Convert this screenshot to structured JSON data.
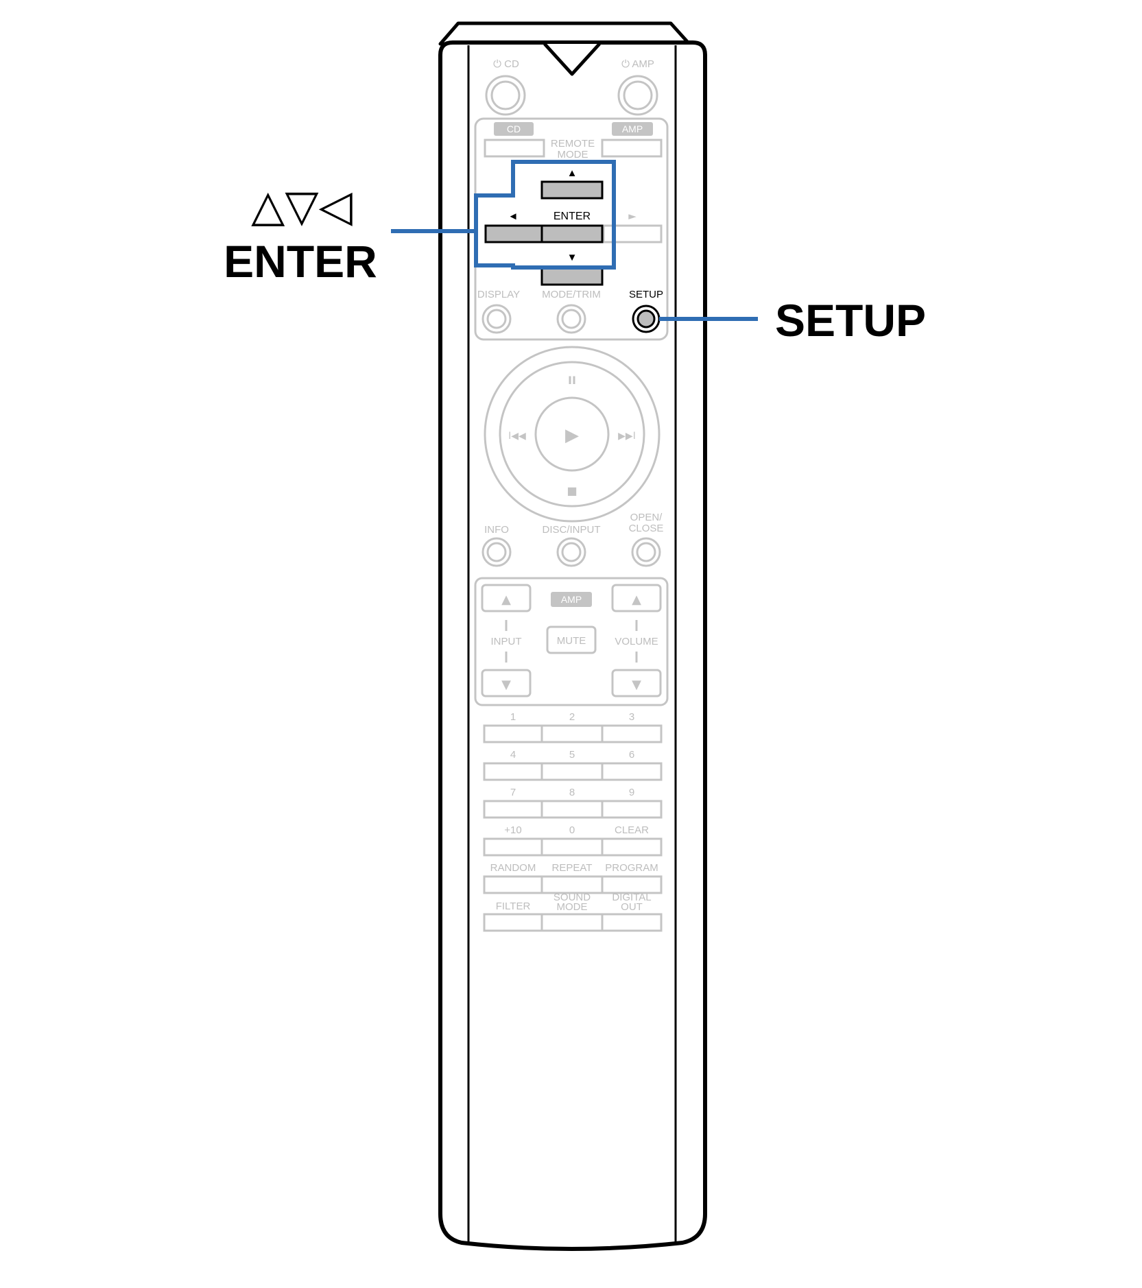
{
  "remote": {
    "power_cd": "⏻ CD",
    "power_amp": "⏻ AMP",
    "badge_cd": "CD",
    "badge_amp": "AMP",
    "remote_mode_line1": "REMOTE",
    "remote_mode_line2": "MODE",
    "enter_label": "ENTER",
    "arrow_up": "▲",
    "arrow_down": "▼",
    "arrow_left": "◄",
    "arrow_right": "►",
    "display": "DISPLAY",
    "mode_trim": "MODE/TRIM",
    "setup": "SETUP",
    "pause": "II",
    "play": "▶",
    "prev": "I◀◀",
    "next": "▶▶I",
    "stop": "■",
    "info": "INFO",
    "disc_input": "DISC/INPUT",
    "open_close_line1": "OPEN/",
    "open_close_line2": "CLOSE",
    "amp_section_badge": "AMP",
    "input": "INPUT",
    "mute": "MUTE",
    "volume": "VOLUME",
    "vol_up": "▲",
    "vol_down": "▼",
    "keypad": [
      [
        "1",
        "2",
        "3"
      ],
      [
        "4",
        "5",
        "6"
      ],
      [
        "7",
        "8",
        "9"
      ],
      [
        "+10",
        "0",
        "CLEAR"
      ],
      [
        "RANDOM",
        "REPEAT",
        "PROGRAM"
      ]
    ],
    "filter": "FILTER",
    "sound_mode_line1": "SOUND",
    "sound_mode_line2": "MODE",
    "digital_out_line1": "DIGITAL",
    "digital_out_line2": "OUT"
  },
  "callouts": {
    "arrows": "△▽◁",
    "enter": "ENTER",
    "setup": "SETUP"
  },
  "colors": {
    "highlight": "#2f6db3",
    "faded": "#c4c4c4",
    "outline": "#000000"
  }
}
